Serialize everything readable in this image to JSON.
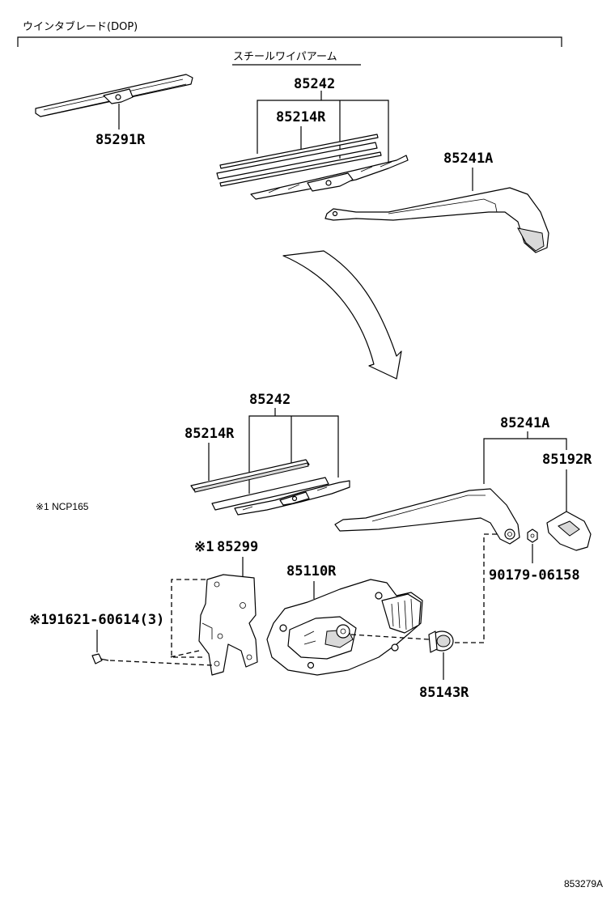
{
  "header": {
    "dop_title": "ウインタブレード(DOP)",
    "steel_arm_title": "スチールワイパアーム"
  },
  "callouts": {
    "top_winter_blade": "85291R",
    "top_blade_assy": "85242",
    "top_blade_rubber": "85214R",
    "top_arm": "85241A",
    "blade_assy": "85242",
    "blade_rubber": "85214R",
    "arm": "85241A",
    "arm_cap": "85192R",
    "nut": "90179-06158",
    "bracket": "85299",
    "bracket_mark": "※1",
    "motor": "85110R",
    "bolt": "91621-60614(3)",
    "bolt_mark": "※1",
    "grommet": "85143R"
  },
  "notes": {
    "ncp_note": "※1 NCP165"
  },
  "footer": {
    "diagram_id": "853279A"
  }
}
